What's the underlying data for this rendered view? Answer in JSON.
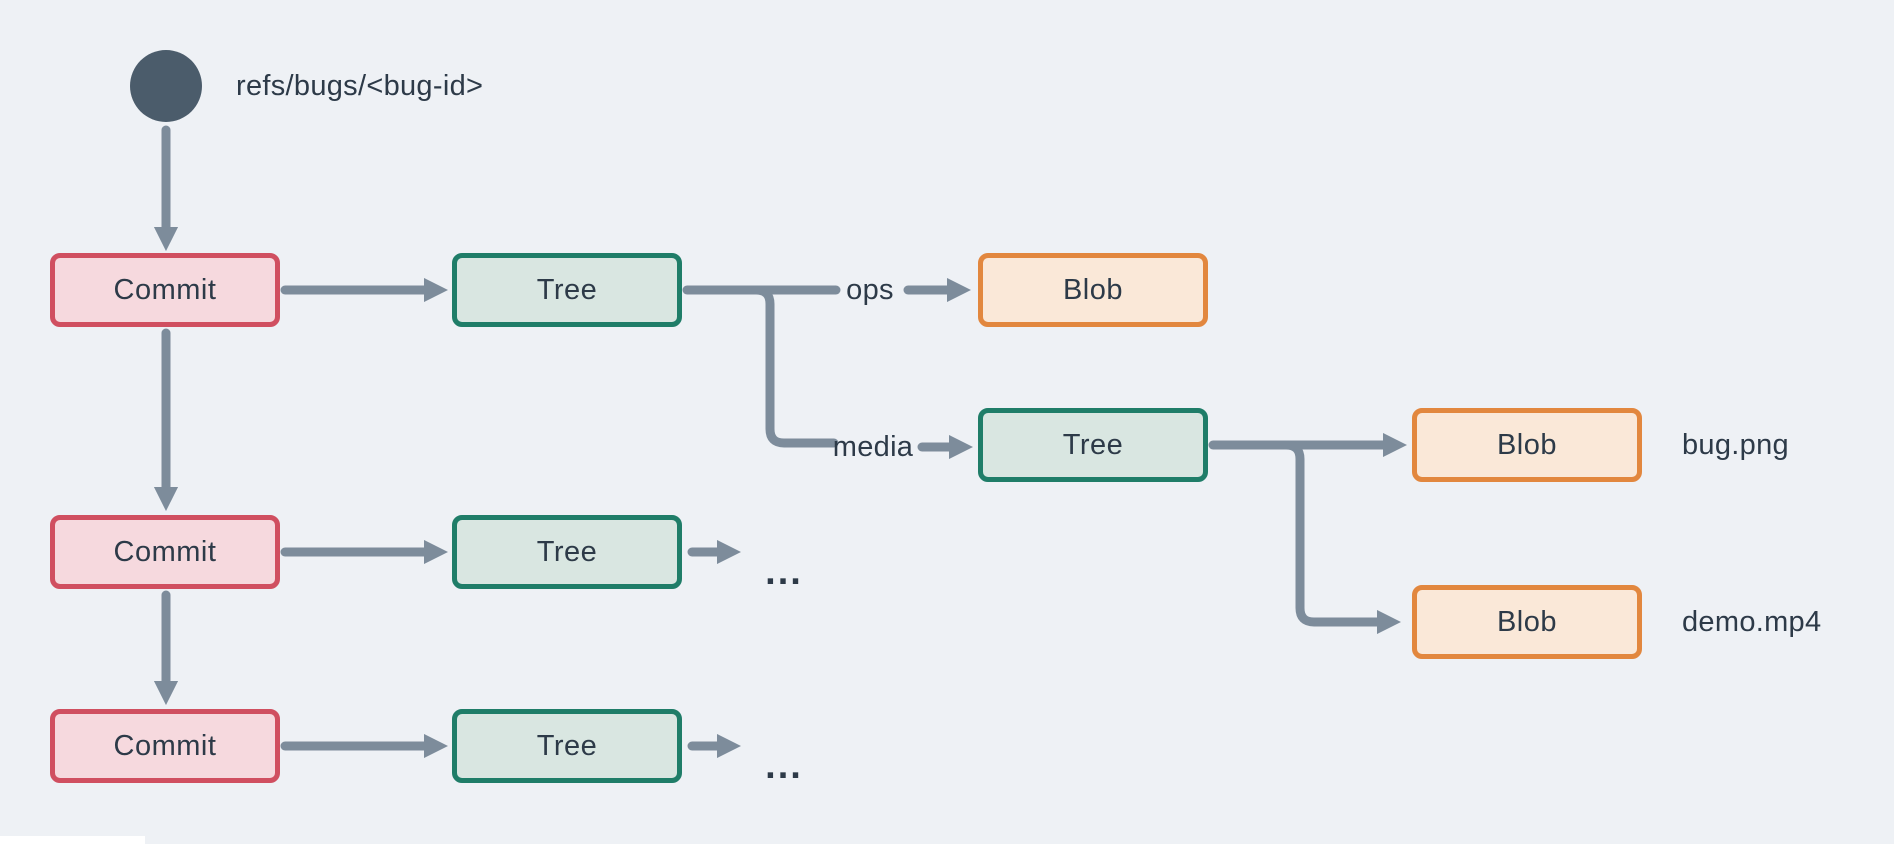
{
  "title": "Git object graph for bug refs",
  "colors": {
    "background": "#eef1f5",
    "line": "#7d8c9b",
    "text": "#2d3a48",
    "ref_circle": "#4b5c6b",
    "commit_fill": "#f6d9de",
    "commit_border": "#d04f60",
    "tree_fill": "#d9e6e1",
    "tree_border": "#1f7d68",
    "blob_fill": "#fae8d8",
    "blob_border": "#e2873e",
    "artifact": "#ffffff"
  },
  "ref": {
    "label": "refs/bugs/<bug-id>"
  },
  "nodes": {
    "commit1": {
      "label": "Commit"
    },
    "commit2": {
      "label": "Commit"
    },
    "commit3": {
      "label": "Commit"
    },
    "tree1": {
      "label": "Tree"
    },
    "tree2": {
      "label": "Tree"
    },
    "tree3": {
      "label": "Tree"
    },
    "blob_ops": {
      "label": "Blob"
    },
    "tree_media": {
      "label": "Tree"
    },
    "blob_bug": {
      "label": "Blob"
    },
    "blob_demo": {
      "label": "Blob"
    }
  },
  "edge_labels": {
    "ops": "ops",
    "media": "media"
  },
  "file_labels": {
    "bug": "bug.png",
    "demo": "demo.mp4"
  },
  "ellipsis": {
    "row2": "...",
    "row3": "..."
  }
}
